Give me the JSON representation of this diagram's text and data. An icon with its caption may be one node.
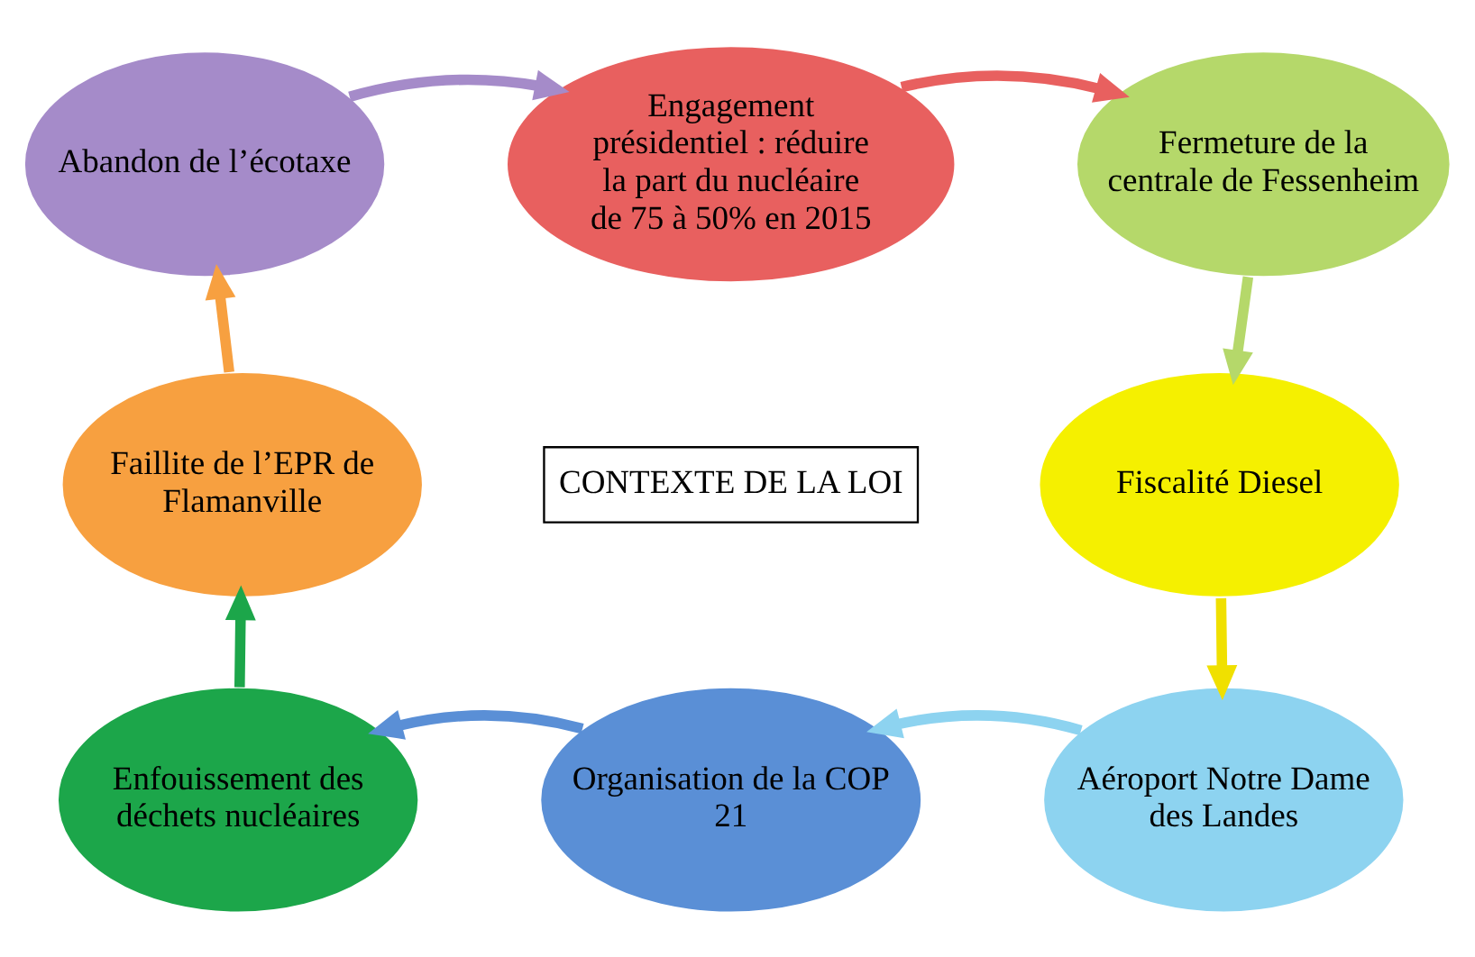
{
  "diagram": {
    "nodes": [
      {
        "text": [
          "Abandon de l’écotaxe"
        ]
      },
      {
        "text": [
          "Engagement présidentiel : réduire la part du nucléaire de 75 à 50% en 2015"
        ]
      },
      {
        "text": [
          "Fermeture de la centrale de Fessenheim"
        ]
      },
      {
        "text": [
          "Fiscalité Diesel"
        ]
      },
      {
        "text": [
          "Aéroport Notre Dame des Landes"
        ]
      },
      {
        "text": [
          "Organisation de la COP 21"
        ]
      },
      {
        "text": [
          "Enfouissement des déchets nucléaires"
        ]
      },
      {
        "text": [
          "Faillite de l’EPR de Flamanville"
        ]
      },
      {
        "text": [
          "CONTEXTE DE LA LOI"
        ]
      }
    ],
    "edges": [
      {
        "from": 0,
        "to": 1,
        "arrow": "to",
        "color": "#a58bc9"
      },
      {
        "from": 1,
        "to": 2,
        "arrow": "to",
        "color": "#e8605f"
      },
      {
        "from": 2,
        "to": 3,
        "arrow": "to",
        "color": "#b5d86a"
      },
      {
        "from": 3,
        "to": 4,
        "arrow": "to",
        "color": "#f0e000"
      },
      {
        "from": 4,
        "to": 5,
        "arrow": "to",
        "color": "#8dd3f0"
      },
      {
        "from": 5,
        "to": 6,
        "arrow": "to",
        "color": "#5a8fd6"
      },
      {
        "from": 6,
        "to": 7,
        "arrow": "to",
        "color": "#1ca64a"
      },
      {
        "from": 7,
        "to": 0,
        "arrow": "to",
        "color": "#f7a040"
      }
    ]
  }
}
